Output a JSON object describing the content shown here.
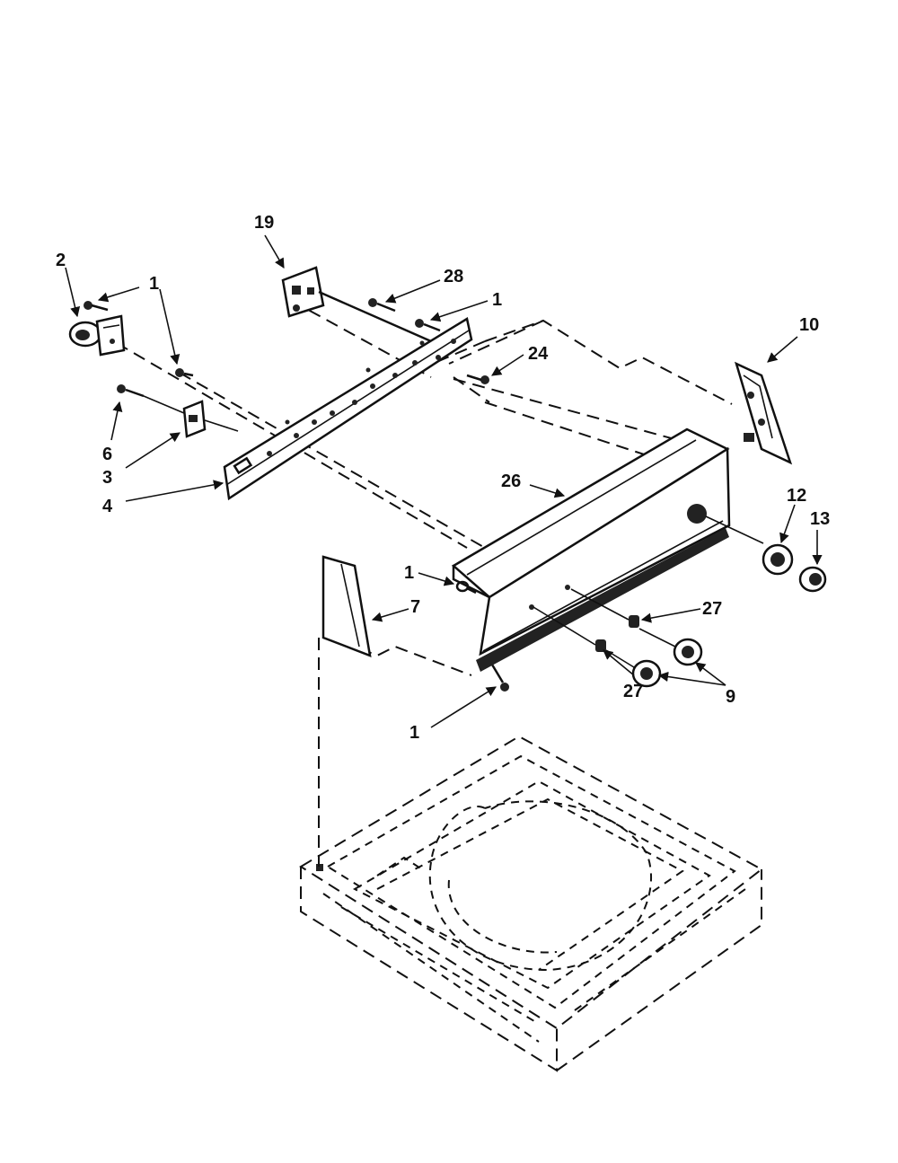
{
  "diagram": {
    "labels": [
      "1",
      "2",
      "19",
      "28",
      "1",
      "1",
      "10",
      "24",
      "6",
      "3",
      "4",
      "26",
      "12",
      "13",
      "1",
      "7",
      "27",
      "27",
      "9",
      "1"
    ]
  }
}
